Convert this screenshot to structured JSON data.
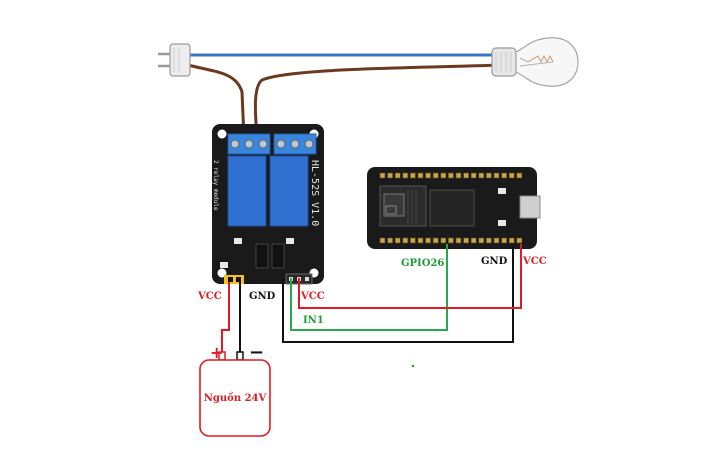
{
  "relay": {
    "model_text": "HL-52S V1.0",
    "subtitle_text": "2 relay module"
  },
  "esp32": {
    "pin_count_per_row": 19
  },
  "power_supply": {
    "label": "Nguồn 24V",
    "plus_sign": "+",
    "minus_sign": "−"
  },
  "labels": {
    "vcc_relay_power": "VCC",
    "gnd_relay_power": "GND",
    "vcc_relay_input": "VCC",
    "in1": "IN1",
    "gpio26": "GPIO26",
    "gnd_esp": "GND",
    "vcc_esp": "VCC"
  },
  "colors": {
    "wire_red": "#e11b22",
    "wire_green": "#2aa84a",
    "wire_black": "#111111",
    "mains_blue": "#3b73c6",
    "mains_brown": "#6b3a1e",
    "board_black": "#1a1a1a",
    "relay_blue": "#2f6fd0"
  }
}
